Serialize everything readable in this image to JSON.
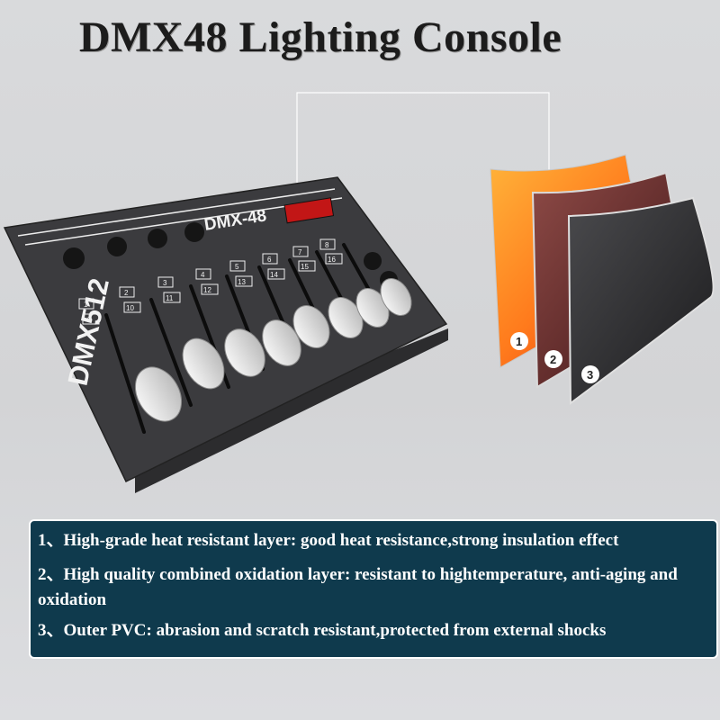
{
  "title": "DMX48 Lighting Console",
  "console": {
    "model_label": "DMX-48",
    "side_label": "DMX512",
    "channel_numbers": [
      "1",
      "2",
      "3",
      "4",
      "5",
      "6",
      "7",
      "8",
      "9",
      "10",
      "11",
      "12",
      "13",
      "14",
      "15",
      "16"
    ]
  },
  "layers": [
    {
      "number": "1",
      "color": "#e0451c"
    },
    {
      "number": "2",
      "color": "#5a1e20"
    },
    {
      "number": "3",
      "color": "#2a2a2c"
    }
  ],
  "features": [
    {
      "text": "1、High-grade heat resistant layer: good heat resistance,strong insulation effect"
    },
    {
      "text": "2、High quality combined oxidation layer: resistant to hightemperature, anti-aging and oxidation"
    },
    {
      "text": "3、Outer PVC: abrasion and scratch resistant,protected from external shocks"
    }
  ],
  "colors": {
    "panel": "#0f3a4d",
    "console_body": "#3b3b3e",
    "fader_knob": "#e2e2e2"
  }
}
